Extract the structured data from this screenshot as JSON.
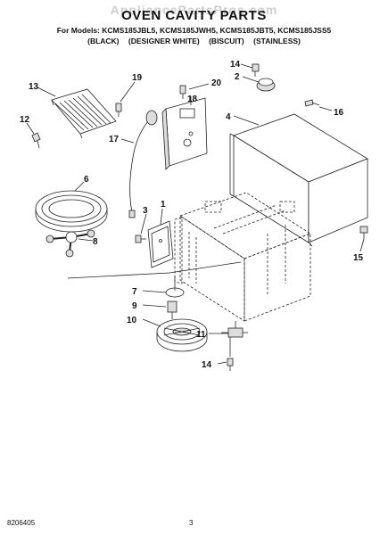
{
  "watermark": "AppliancePartsPros.com",
  "title": "OVEN CAVITY PARTS",
  "models_line": "For Models: KCMS185JBL5, KCMS185JWH5, KCMS185JBT5, KCMS185JSS5",
  "variants": [
    "(BLACK)",
    "(DESIGNER WHITE)",
    "(BISCUIT)",
    "(STAINLESS)"
  ],
  "callouts": {
    "c1": "1",
    "c2": "2",
    "c3": "3",
    "c4": "4",
    "c6": "6",
    "c7": "7",
    "c8": "8",
    "c9": "9",
    "c10": "10",
    "c11": "11",
    "c12": "12",
    "c13": "13",
    "c14a": "14",
    "c14b": "14",
    "c15": "15",
    "c16": "16",
    "c17": "17",
    "c18": "18",
    "c19": "19",
    "c20": "20"
  },
  "footer": {
    "doc_number": "8206405",
    "page_number": "3"
  }
}
